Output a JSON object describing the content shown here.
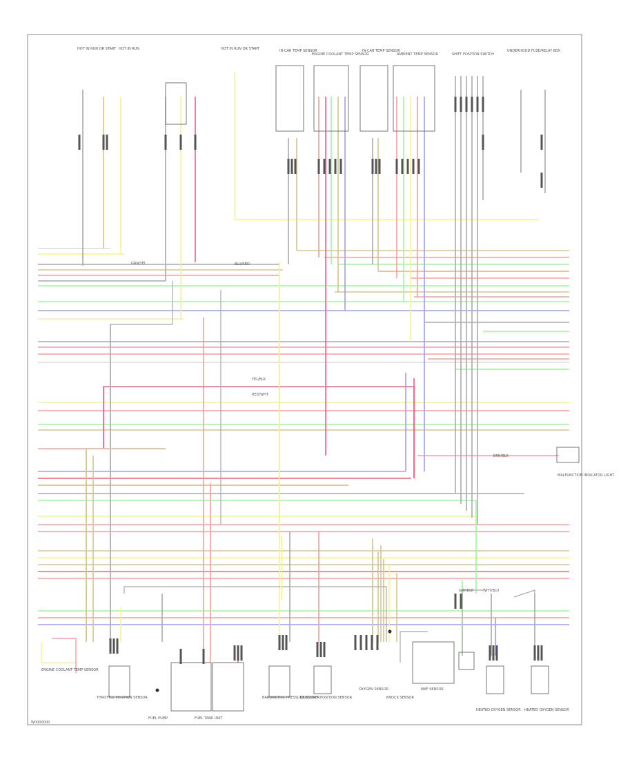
{
  "diagram": {
    "footer_text": "W0000000",
    "top_labels": [
      "HOT IN RUN OR START",
      "HOT IN RUN",
      "HOT IN RUN OR START",
      "IN-CAR TEMP SENSOR",
      "ENGINE COOLANT TEMP SENSOR",
      "IN-CAR TEMP SENSOR",
      "AMBIENT TEMP SENSOR",
      "SHIFT POSITION SWITCH",
      "UNDERHOOD FUSE/RELAY BOX"
    ],
    "bottom_labels": [
      "ENGINE COOLANT TEMP SENSOR",
      "THROTTLE POSITION SENSOR",
      "FUEL PUMP",
      "FUEL TANK UNIT",
      "BAROMETRIC PRESSURE SENSOR",
      "CAMSHAFT POSITION SENSOR",
      "OXYGEN SENSOR",
      "KNOCK SENSOR",
      "MAF SENSOR",
      "HEATED OXYGEN SENSOR",
      "HEATED OXYGEN SENSOR"
    ],
    "side_labels": [
      "MALFUNCTION INDICATOR LIGHT"
    ],
    "wire_labels": [
      "GRN/YEL",
      "BLU/RED",
      "YEL/BLK",
      "RED/WHT",
      "BRN/BLK",
      "GRY/BLK",
      "WHT/BLU"
    ]
  }
}
